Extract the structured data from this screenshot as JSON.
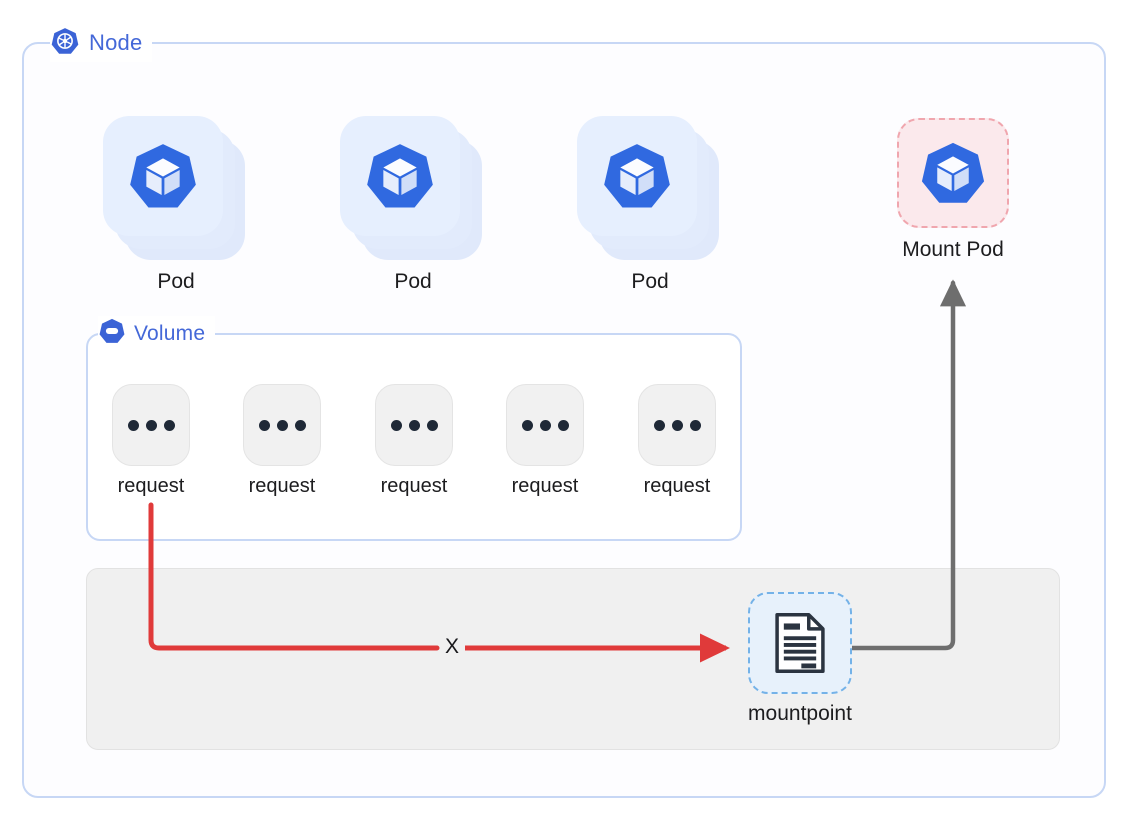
{
  "diagram": {
    "title": "Node",
    "node": {
      "label": "Node",
      "icon": "kubernetes-node-icon",
      "border_color": "#c7d7f5"
    },
    "pods": [
      {
        "label": "Pod",
        "icon": "kubernetes-pod-icon"
      },
      {
        "label": "Pod",
        "icon": "kubernetes-pod-icon"
      },
      {
        "label": "Pod",
        "icon": "kubernetes-pod-icon"
      }
    ],
    "mount_pod": {
      "label": "Mount Pod",
      "icon": "kubernetes-pod-icon",
      "border_color": "#f0a6ae",
      "fill_color": "#fbe9ec",
      "border_style": "dashed"
    },
    "volume": {
      "label": "Volume",
      "icon": "volume-icon",
      "border_color": "#c7d7f5",
      "requests": [
        {
          "label": "request",
          "icon": "ellipsis-icon"
        },
        {
          "label": "request",
          "icon": "ellipsis-icon"
        },
        {
          "label": "request",
          "icon": "ellipsis-icon"
        },
        {
          "label": "request",
          "icon": "ellipsis-icon"
        },
        {
          "label": "request",
          "icon": "ellipsis-icon"
        }
      ]
    },
    "mountpoint": {
      "label": "mountpoint",
      "icon": "document-icon",
      "border_color": "#74b2e8",
      "fill_color": "#e7f1fb",
      "border_style": "dashed"
    },
    "edges": [
      {
        "name": "request-to-mountpoint",
        "from": "request",
        "to": "mountpoint",
        "label": "X",
        "color": "#e03a3a",
        "style": "solid",
        "arrowhead": "filled"
      },
      {
        "name": "mountpoint-to-mount-pod",
        "from": "mountpoint",
        "to": "Mount Pod",
        "label": "",
        "color": "#6e6e6e",
        "style": "solid",
        "arrowhead": "filled"
      }
    ],
    "panel": {
      "name": "host-panel",
      "fill_color": "#f0f0f0"
    },
    "colors": {
      "k8s_blue": "#326ce5",
      "accent_blue": "#4468d8",
      "red": "#e03a3a",
      "gray": "#6e6e6e"
    }
  }
}
